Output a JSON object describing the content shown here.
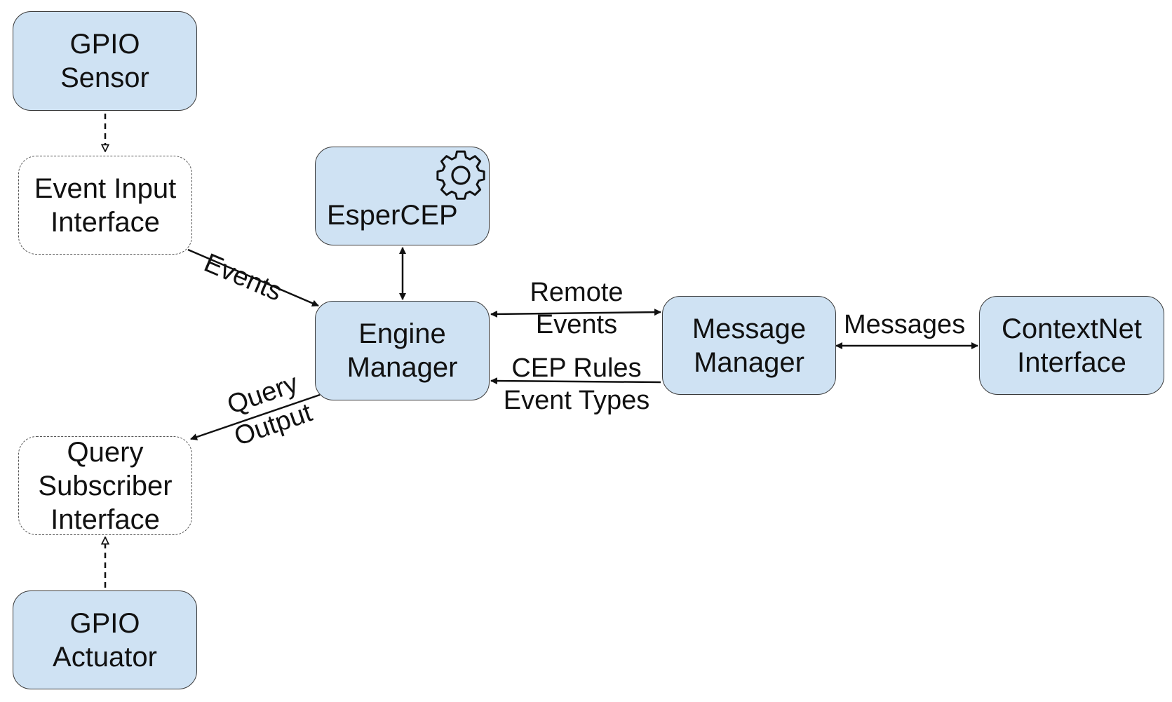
{
  "nodes": {
    "gpio_sensor": [
      "GPIO",
      "Sensor"
    ],
    "event_input": [
      "Event Input",
      "Interface"
    ],
    "esper": [
      "EsperCEP"
    ],
    "engine_manager": [
      "Engine",
      "Manager"
    ],
    "message_manager": [
      "Message",
      "Manager"
    ],
    "contextnet": [
      "ContextNet",
      "Interface"
    ],
    "query_subscriber": [
      "Query",
      "Subscriber",
      "Interface"
    ],
    "gpio_actuator": [
      "GPIO",
      "Actuator"
    ]
  },
  "edge_labels": {
    "events": "Events",
    "remote_events": [
      "Remote",
      "Events"
    ],
    "cep_rules": [
      "CEP Rules",
      "Event Types"
    ],
    "messages": "Messages",
    "query_output": [
      "Query",
      "Output"
    ]
  },
  "icons": {
    "esper_gear": "gear-icon"
  },
  "colors": {
    "node_fill": "#cfe2f3",
    "stroke": "#111111"
  }
}
